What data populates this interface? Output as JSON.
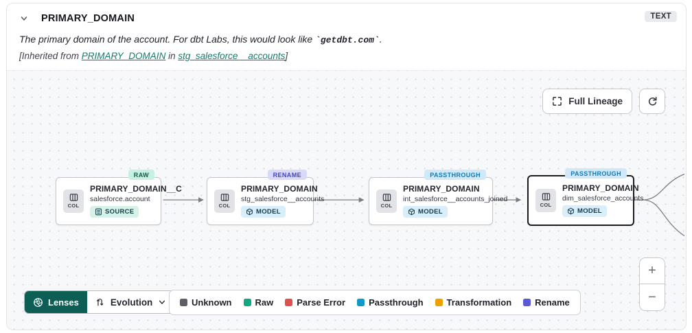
{
  "header": {
    "title": "PRIMARY_DOMAIN",
    "type_badge": "TEXT",
    "description_pre": "The primary domain of the account. For dbt Labs, this would look like ",
    "description_code": "`getdbt.com`",
    "description_post": ".",
    "inherited_prefix": "[Inherited from ",
    "inherited_link_column": "PRIMARY_DOMAIN",
    "inherited_middle": " in ",
    "inherited_link_model": "stg_salesforce__accounts",
    "inherited_suffix": "]"
  },
  "toolbar": {
    "full_lineage_label": "Full Lineage",
    "full_lineage_icon": "expand-icon",
    "refresh_icon": "refresh-icon"
  },
  "nodes": [
    {
      "evolution": "RAW",
      "title": "PRIMARY_DOMAIN__C",
      "subtitle": "salesforce.account",
      "resource": "SOURCE",
      "col_label": "COL"
    },
    {
      "evolution": "RENAME",
      "title": "PRIMARY_DOMAIN",
      "subtitle": "stg_salesforce__accounts",
      "resource": "MODEL",
      "col_label": "COL"
    },
    {
      "evolution": "PASSTHROUGH",
      "title": "PRIMARY_DOMAIN",
      "subtitle": "int_salesforce__accounts_joined",
      "resource": "MODEL",
      "col_label": "COL"
    },
    {
      "evolution": "PASSTHROUGH",
      "title": "PRIMARY_DOMAIN",
      "subtitle": "dim_salesforce_accounts",
      "resource": "MODEL",
      "col_label": "COL",
      "selected": true
    }
  ],
  "lenses": {
    "button_label": "Lenses",
    "selected_lens": "Evolution",
    "brand_color": "#0d5e54"
  },
  "legend": {
    "items": [
      {
        "label": "Unknown",
        "color": "#5e5f66"
      },
      {
        "label": "Raw",
        "color": "#14a783"
      },
      {
        "label": "Parse Error",
        "color": "#e2504e"
      },
      {
        "label": "Passthrough",
        "color": "#1398cd"
      },
      {
        "label": "Transformation",
        "color": "#f0a102"
      },
      {
        "label": "Rename",
        "color": "#5a59d8"
      }
    ]
  },
  "zoom_controls": {
    "zoom_in": "+",
    "zoom_out": "−"
  }
}
